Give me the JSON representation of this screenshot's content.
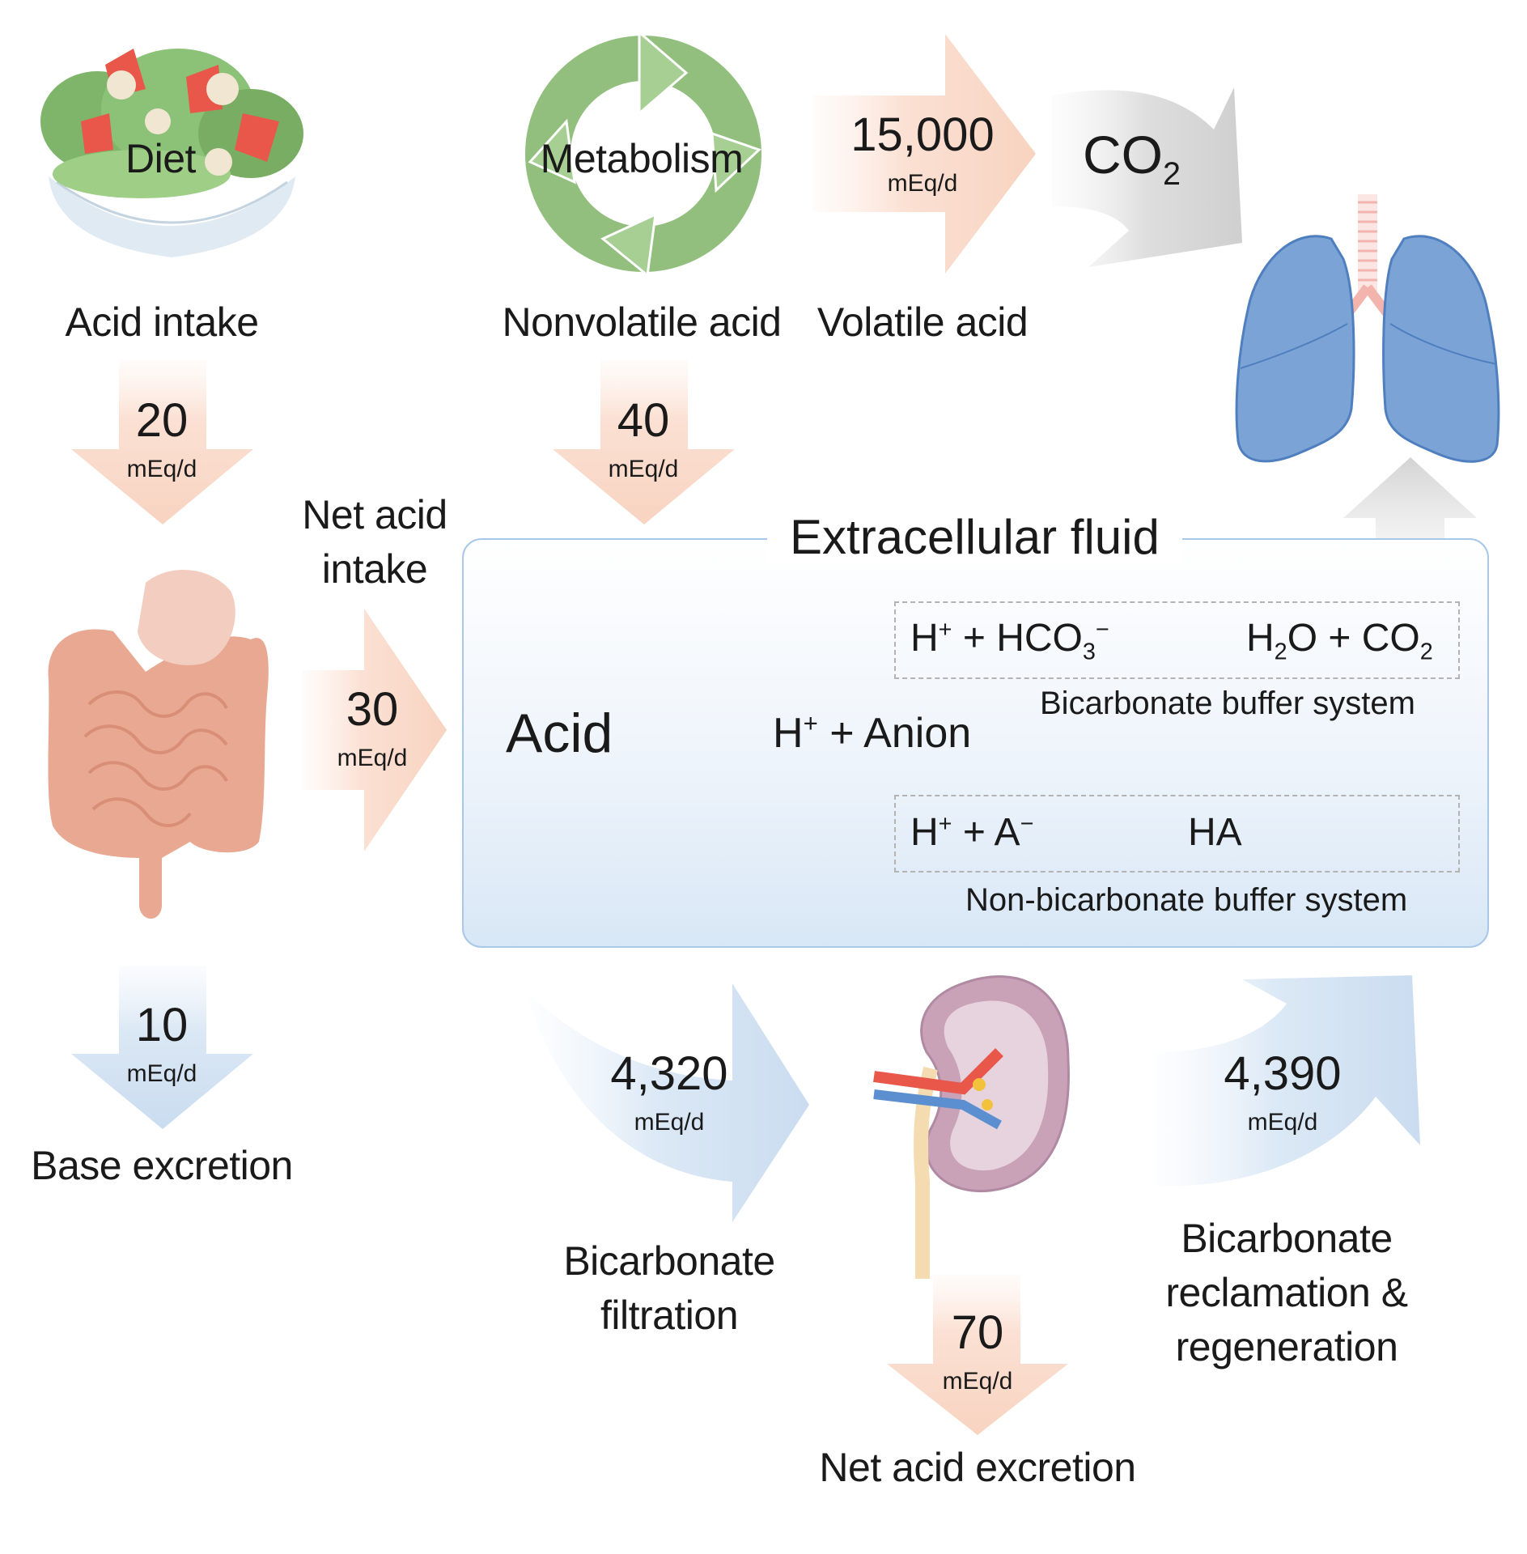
{
  "sources": {
    "diet_label": "Diet",
    "acid_intake_label": "Acid intake",
    "metabolism_label": "Metabolism",
    "nonvolatile_label": "Nonvolatile acid",
    "volatile_label": "Volatile acid",
    "co2": "CO",
    "co2_sub": "2"
  },
  "flows": {
    "volatile": {
      "value": "15,000",
      "unit": "mEq/d"
    },
    "acid_intake": {
      "value": "20",
      "unit": "mEq/d"
    },
    "nonvolatile": {
      "value": "40",
      "unit": "mEq/d"
    },
    "net_acid_intake": {
      "label_line1": "Net acid",
      "label_line2": "intake",
      "value": "30",
      "unit": "mEq/d"
    },
    "base_excretion": {
      "value": "10",
      "unit": "mEq/d",
      "label": "Base excretion"
    },
    "filtration": {
      "value": "4,320",
      "unit": "mEq/d",
      "label_line1": "Bicarbonate",
      "label_line2": "filtration"
    },
    "reclamation": {
      "value": "4,390",
      "unit": "mEq/d",
      "label_line1": "Bicarbonate",
      "label_line2": "reclamation &",
      "label_line3": "regeneration"
    },
    "net_acid_excretion": {
      "value": "70",
      "unit": "mEq/d",
      "label": "Net acid excretion"
    }
  },
  "ecf": {
    "title": "Extracellular fluid",
    "acid": "Acid",
    "h": "H",
    "plus_anion": " + Anion",
    "sup_plus": "+",
    "sup_minus": "−",
    "bicarb_eq": {
      "h": "H",
      "hco3": " + HCO",
      "sub3": "3",
      "h2o_h": "H",
      "sub2": "2",
      "o_co": "O + CO",
      "sub2b": "2"
    },
    "bicarb_caption": "Bicarbonate buffer system",
    "nonbicarb_eq": {
      "h": "H",
      "a": " + A",
      "ha": "HA"
    },
    "nonbicarb_caption": "Non-bicarbonate buffer system"
  },
  "colors": {
    "acid_arrow": "#f9d9c8",
    "base_arrow": "#cfe0f2",
    "co2_arrow": "#d6d6d6",
    "lung": "#7ba3d6",
    "gut": "#e9a891",
    "metabolism": "#92bf7e"
  }
}
